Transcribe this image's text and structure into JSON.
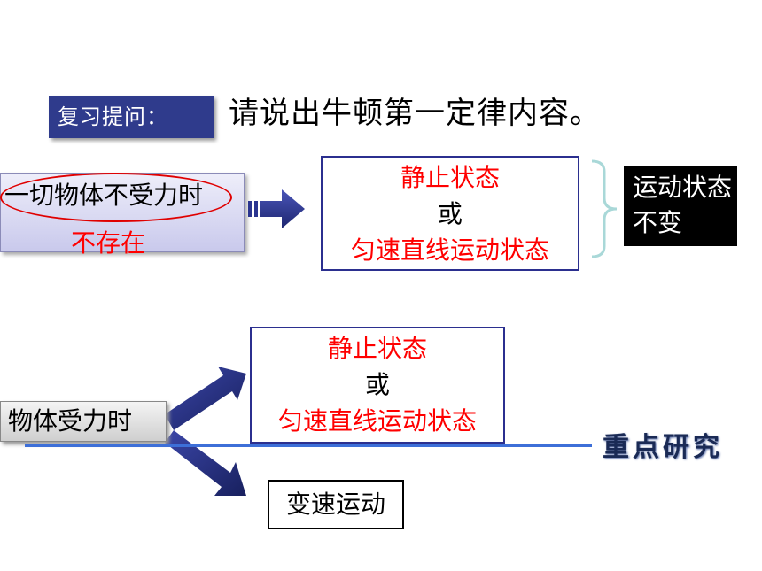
{
  "review_label": "复习提问：",
  "question": "请说出牛顿第一定律内容。",
  "top": {
    "condition_text": "一切物体不受力时",
    "not_exist": "不存在",
    "state_static": "静止状态",
    "or": "或",
    "state_uniform": "匀速直线运动状态",
    "result": "运动状态不变"
  },
  "bottom": {
    "condition_text": "物体受力时",
    "state_static": "静止状态",
    "or": "或",
    "state_uniform": "匀速直线运动状态",
    "variable_motion": "变速运动",
    "key_study": "重点研究"
  },
  "colors": {
    "badge": "#2f3b8c",
    "arrow": "#2b3590",
    "highlight_red": "#ff0000",
    "line_blue": "#3d6fd8"
  }
}
